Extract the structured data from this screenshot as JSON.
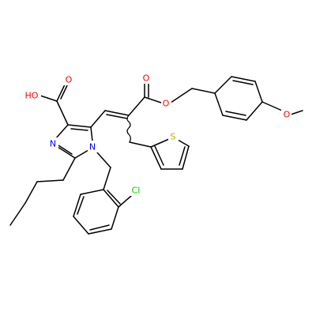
{
  "colors": {
    "bond": "#000000",
    "oxygen": "#ff0000",
    "nitrogen": "#0000ff",
    "sulfur": "#b2b200",
    "chlorine": "#00cc00",
    "background": "#ffffff"
  },
  "atoms": {
    "hydroxyl": "HO",
    "acid_carbonyl_o": "O",
    "ester_carbonyl_o": "O",
    "ester_o": "O",
    "methoxy_o": "O",
    "imidazole_n3": "N",
    "imidazole_n1": "N",
    "thiophene_s": "S",
    "chloro": "Cl"
  }
}
